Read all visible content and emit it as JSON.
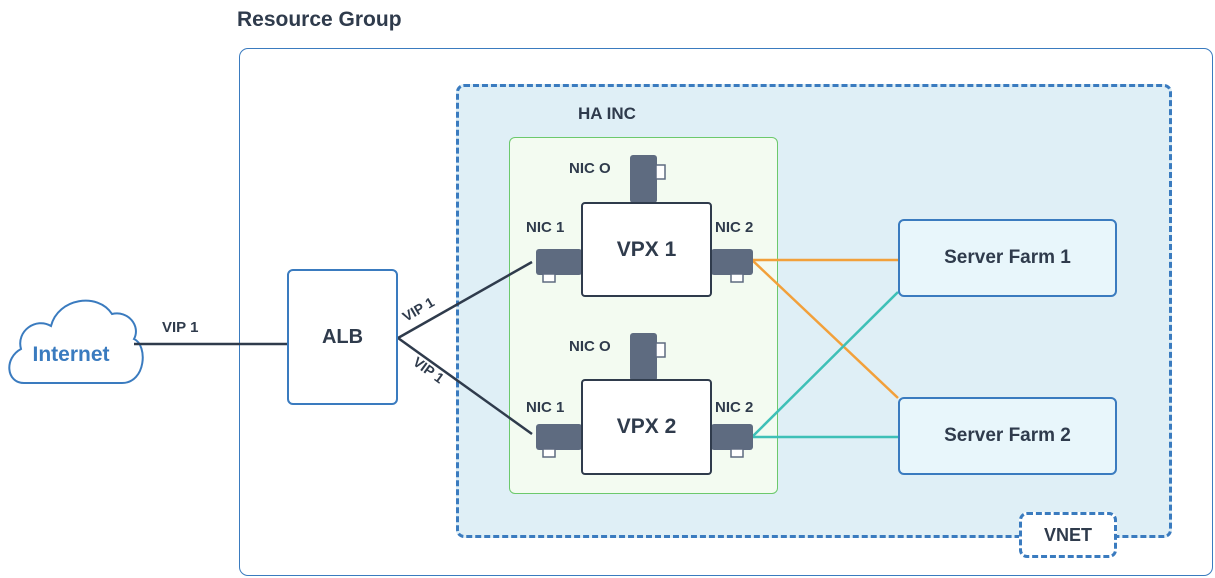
{
  "resource_group": {
    "title": "Resource Group"
  },
  "vnet": {
    "label": "VNET"
  },
  "ha": {
    "title": "HA INC"
  },
  "internet": {
    "label": "Internet"
  },
  "alb": {
    "label": "ALB"
  },
  "vpx1": {
    "label": "VPX 1",
    "nic0": "NIC O",
    "nic1": "NIC 1",
    "nic2": "NIC 2"
  },
  "vpx2": {
    "label": "VPX 2",
    "nic0": "NIC O",
    "nic1": "NIC 1",
    "nic2": "NIC 2"
  },
  "server_farm_1": {
    "label": "Server Farm 1"
  },
  "server_farm_2": {
    "label": "Server Farm 2"
  },
  "links": {
    "internet_alb": "VIP 1",
    "alb_vpx1": "VIP 1",
    "alb_vpx2": "VIP 1"
  },
  "colors": {
    "blue_outline": "#3a7bbf",
    "dark": "#2f3b4c",
    "nic_fill": "#5e6b80",
    "vnet_fill": "#dfeff6",
    "ha_outline": "#6cc96c",
    "farm1_link": "#f2a03a",
    "farm2_link": "#3ec0b7"
  }
}
